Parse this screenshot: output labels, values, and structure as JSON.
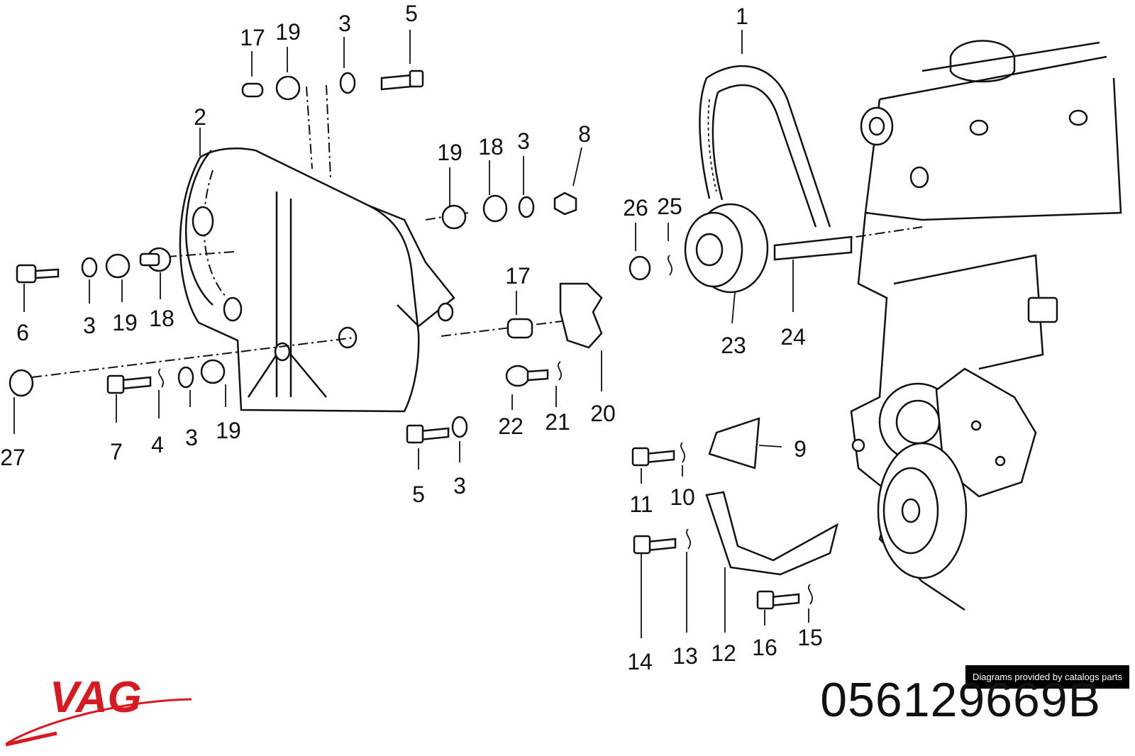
{
  "diagram": {
    "callouts": {
      "c1": "1",
      "c2": "2",
      "c3a": "3",
      "c3b": "3",
      "c3c": "3",
      "c3d": "3",
      "c3e": "3",
      "c4": "4",
      "c5a": "5",
      "c5b": "5",
      "c6": "6",
      "c7": "7",
      "c8": "8",
      "c9": "9",
      "c10": "10",
      "c11": "11",
      "c12": "12",
      "c13": "13",
      "c14": "14",
      "c15": "15",
      "c16": "16",
      "c17a": "17",
      "c17b": "17",
      "c18a": "18",
      "c18b": "18",
      "c19a": "19",
      "c19b": "19",
      "c19c": "19",
      "c19d": "19",
      "c20": "20",
      "c21": "21",
      "c22": "22",
      "c23": "23",
      "c24": "24",
      "c25": "25",
      "c26": "26",
      "c27": "27"
    }
  },
  "footer": {
    "attribution": "Diagrams provided by catalogs parts",
    "brand": "VAG",
    "part_number": "056129669B",
    "brand_color": "#d71920"
  }
}
